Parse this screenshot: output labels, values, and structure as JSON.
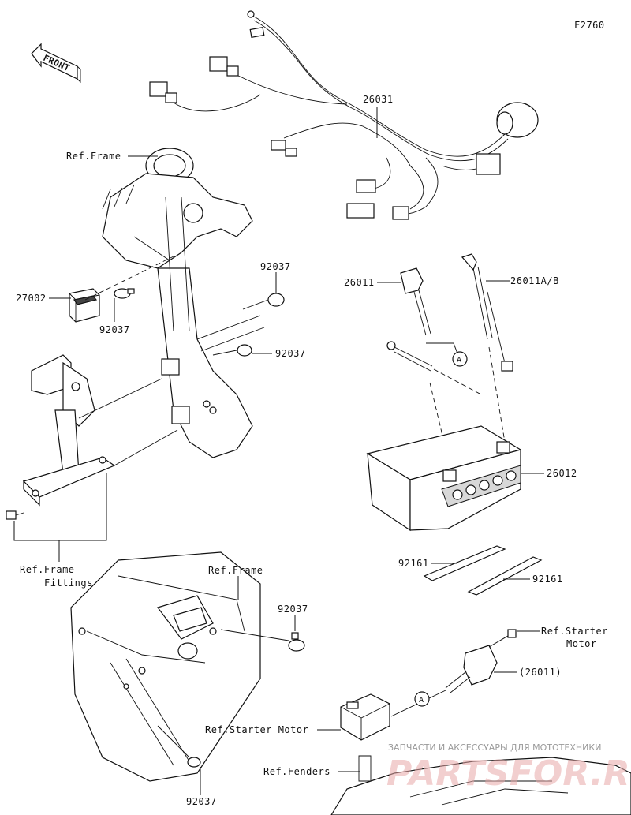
{
  "diagram_code": "F2760",
  "front_label": "FRONT",
  "labels": {
    "harness": "26031",
    "ref_frame_top": "Ref.Frame",
    "relay": "27002",
    "clamp_a": "92037",
    "clamp_b": "92037",
    "clamp_c": "92037",
    "cable_neg": "26011",
    "cable_pos": "26011A/B",
    "battery": "26012",
    "ref_fittings_line1": "Ref.Frame",
    "ref_fittings_line2": "Fittings",
    "ref_frame_bottom": "Ref.Frame",
    "clamp_d": "92037",
    "strip_a": "92161",
    "strip_b": "92161",
    "ref_starter_line1": "Ref.Starter",
    "ref_starter_line2": "Motor",
    "cable_ref": "(26011)",
    "ref_starter_motor": "Ref.Starter Motor",
    "ref_fenders": "Ref.Fenders",
    "clamp_e": "92037",
    "callout_a": "A",
    "callout_a2": "A"
  },
  "watermark": {
    "line1": "ЗАПЧАСТИ И АКСЕССУАРЫ ДЛЯ МОТОТЕХНИКИ",
    "line2": "PARTSFOR.RU"
  }
}
